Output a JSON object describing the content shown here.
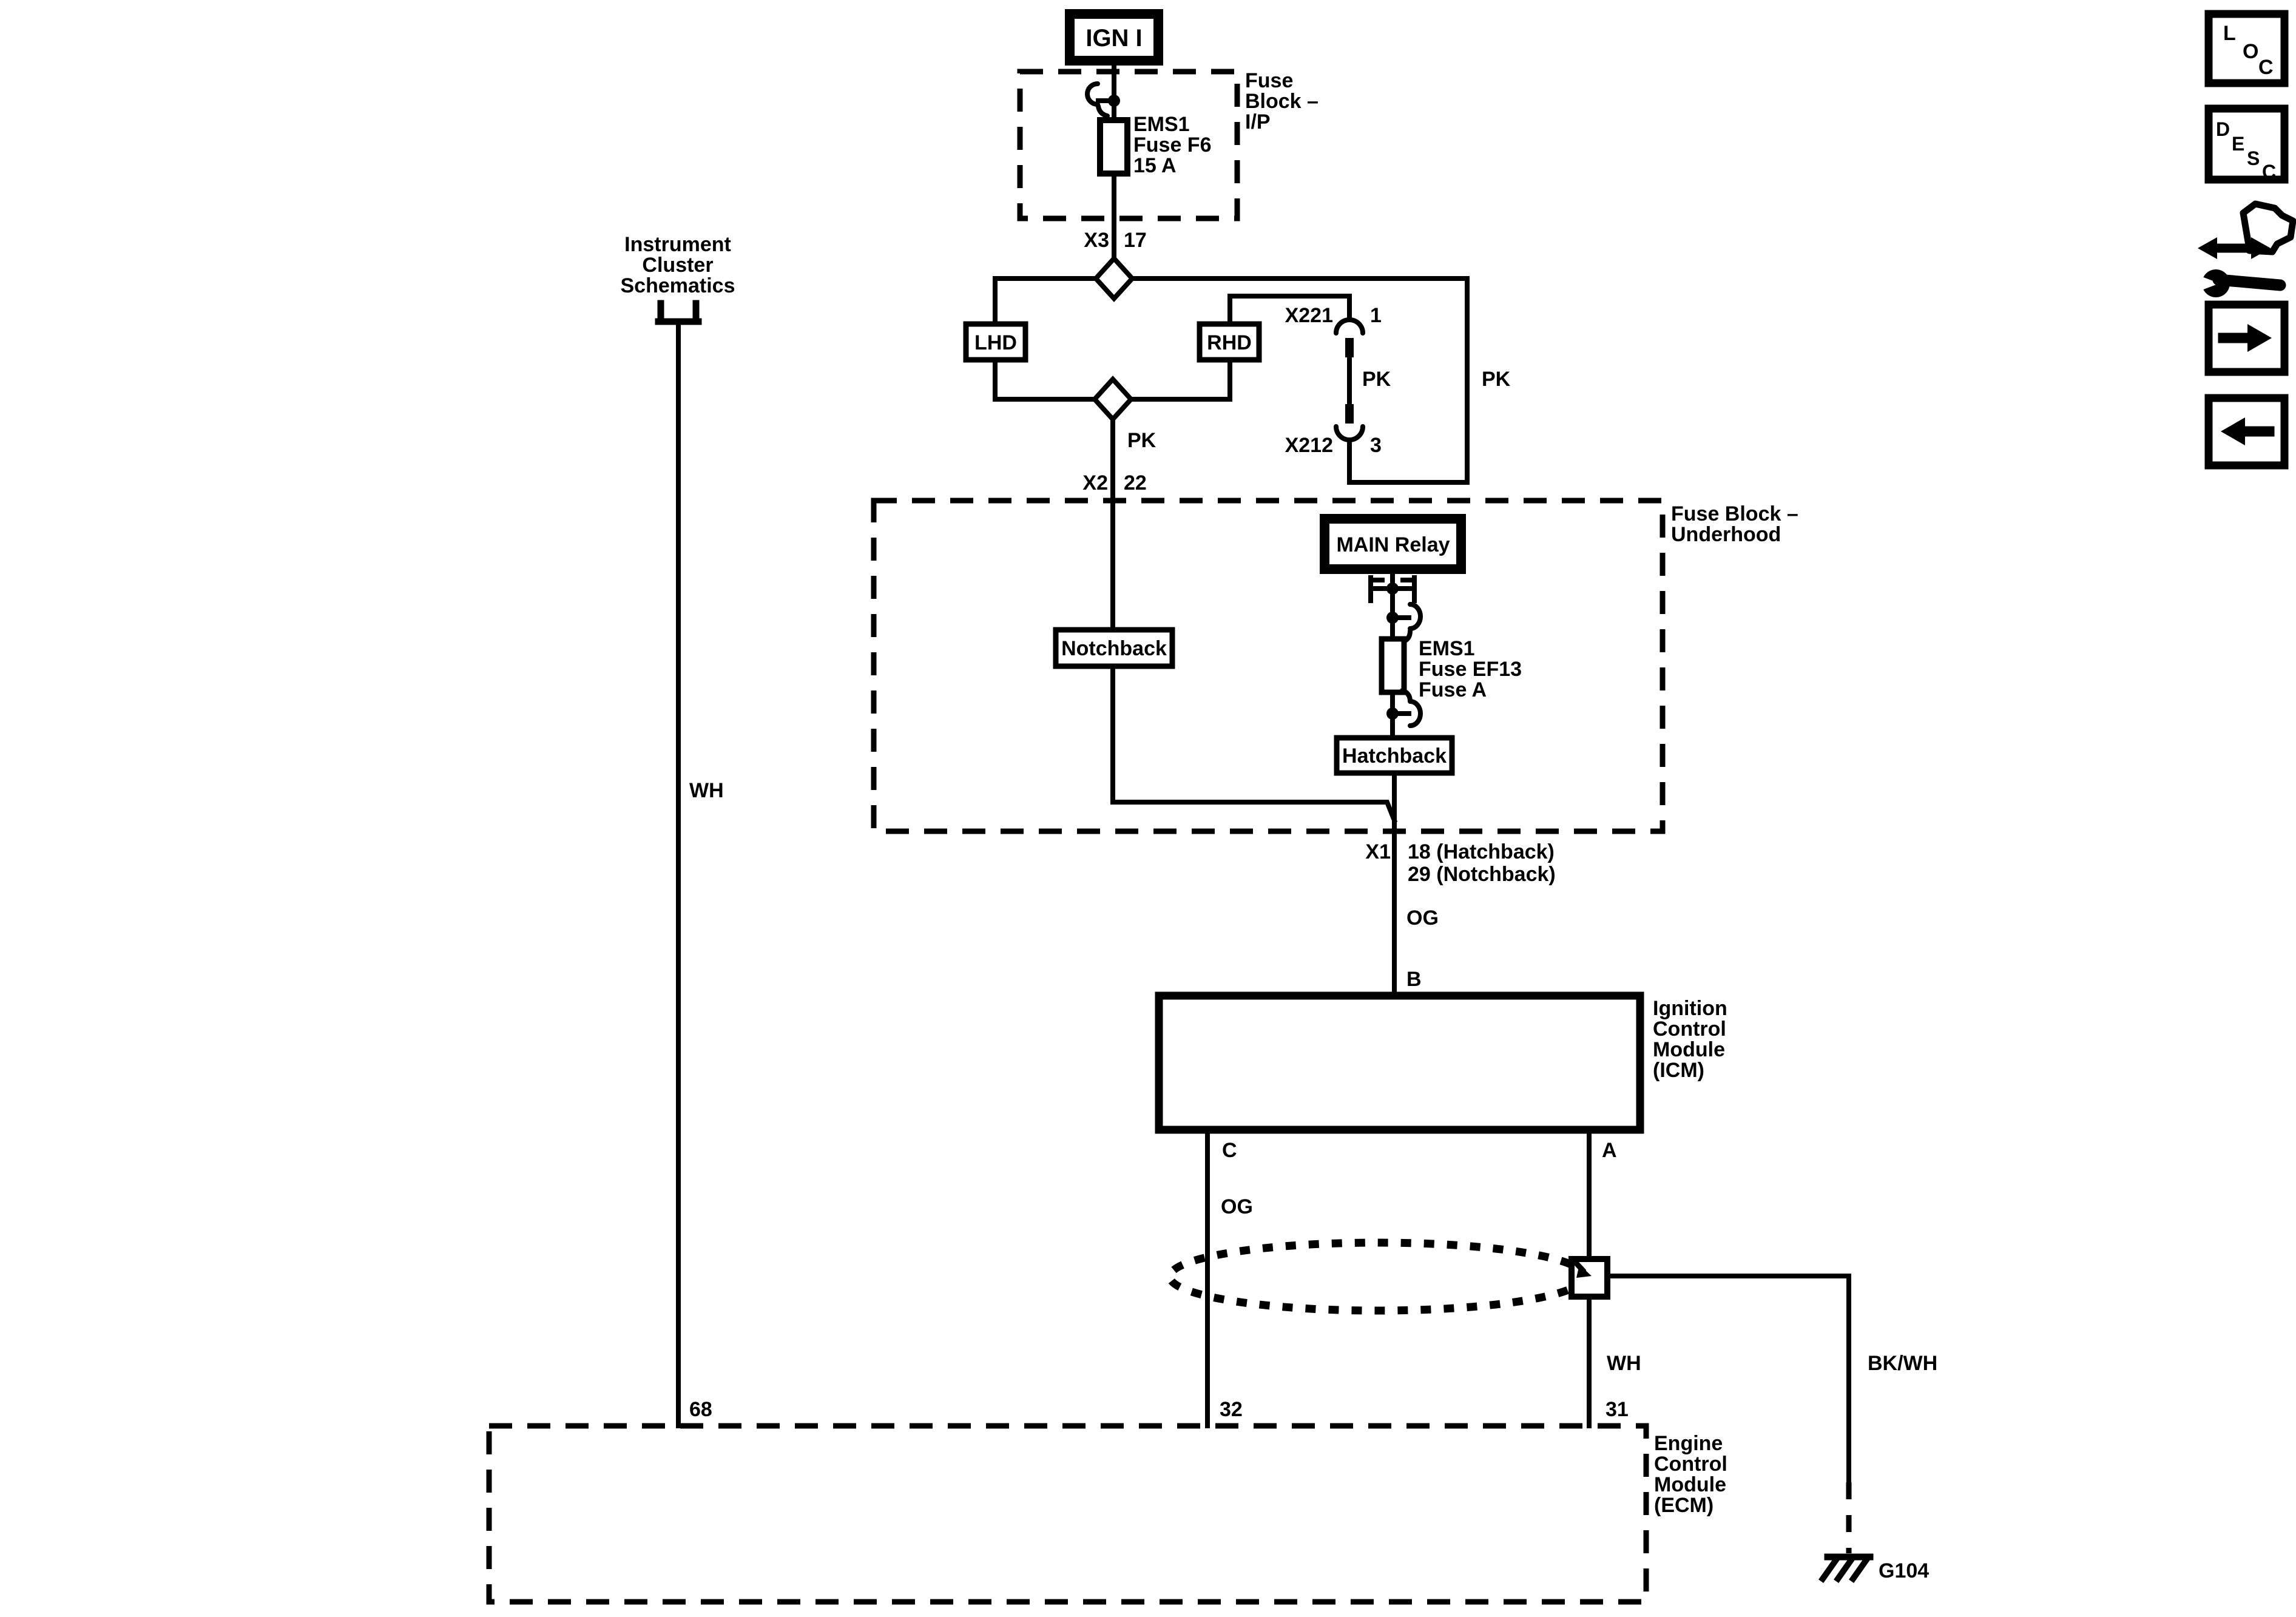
{
  "colors": {
    "ink": "#000000",
    "paper": "#ffffff"
  },
  "power_feed": {
    "source": "IGN I"
  },
  "fuse_block_ip": {
    "title": [
      "Fuse",
      "Block –",
      "I/P"
    ],
    "fuse": [
      "EMS1",
      "Fuse F6",
      "15 A"
    ],
    "connector": "X3",
    "pin": "17"
  },
  "branch": {
    "lhd": "LHD",
    "rhd": "RHD",
    "x221": "X221",
    "x221_pin": "1",
    "pk_inline": "PK",
    "pk_right": "PK",
    "x212": "X212",
    "x212_pin": "3",
    "pk_down": "PK",
    "x2": "X2",
    "x2_pin": "22"
  },
  "fuse_block_underhood": {
    "title": [
      "Fuse Block –",
      "Underhood"
    ],
    "relay": "MAIN Relay",
    "notchback": "Notchback",
    "fuse": [
      "EMS1",
      "Fuse EF13",
      "Fuse A"
    ],
    "hatchback": "Hatchback",
    "x1": "X1",
    "x1_pins": [
      "18 (Hatchback)",
      "29 (Notchback)"
    ]
  },
  "icm": {
    "wire_in": "OG",
    "term_in": "B",
    "title": [
      "Ignition",
      "Control",
      "Module",
      "(ICM)"
    ],
    "term_c": "C",
    "term_a": "A",
    "wire_c": "OG",
    "wire_a": "WH",
    "wire_ground": "BK/WH"
  },
  "ecm": {
    "title": [
      "Engine",
      "Control",
      "Module",
      "(ECM)"
    ],
    "pin_left": "68",
    "pin_c": "32",
    "pin_a": "31"
  },
  "instrument_cluster": {
    "ref": [
      "Instrument",
      "Cluster",
      "Schematics"
    ],
    "wire": "WH"
  },
  "ground": {
    "label": "G104"
  },
  "nav": {
    "loc": [
      "L",
      "O",
      "C"
    ],
    "desc": [
      "D",
      "E",
      "S",
      "C"
    ]
  }
}
